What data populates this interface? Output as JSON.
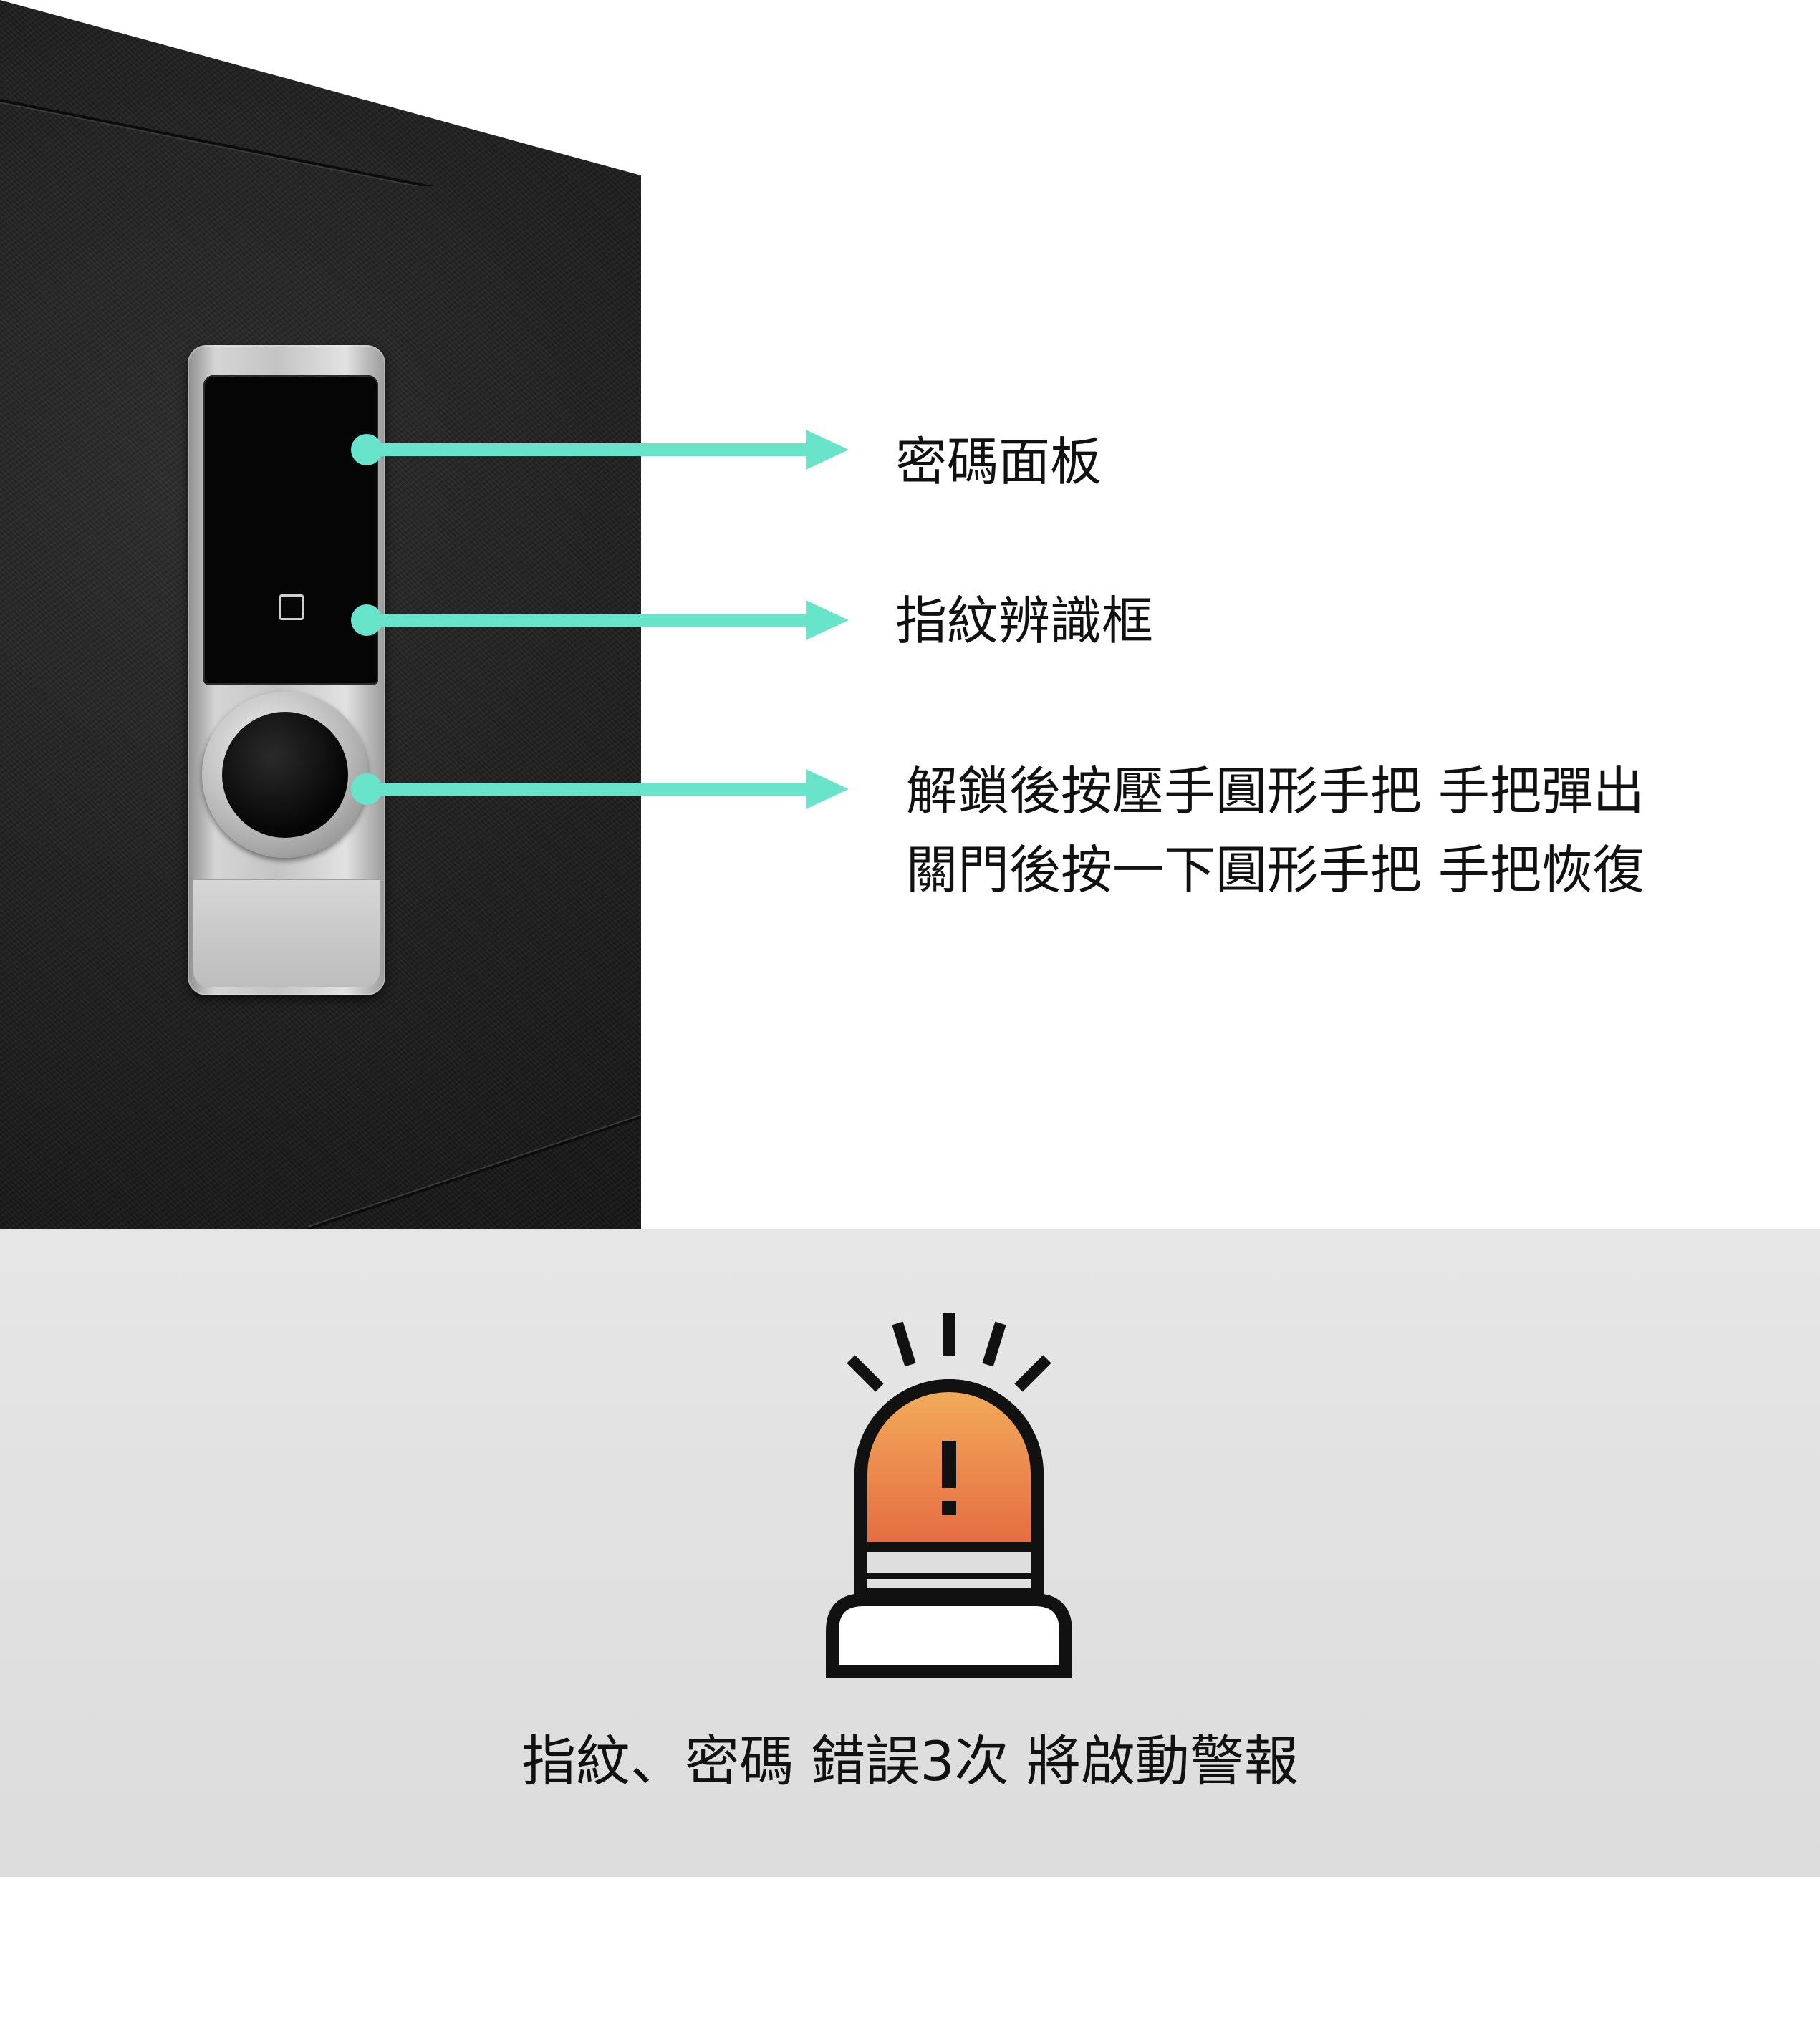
{
  "colors": {
    "callout": "#67e4c9",
    "alarm_top": "#f2ad5a",
    "alarm_bottom": "#e4603e",
    "text": "#111111"
  },
  "callouts": {
    "panel": "密碼面板",
    "fingerprint": "指紋辨識框",
    "knob_line1": "解鎖後按壓手圓形手把  手把彈出",
    "knob_line2": "關門後按一下圓形手把  手把恢復"
  },
  "icons": {
    "alarm": "alarm-siren-icon",
    "alert": "exclamation-icon"
  },
  "warning": {
    "text": "指紋、密碼 錯誤3次 將啟動警報"
  }
}
